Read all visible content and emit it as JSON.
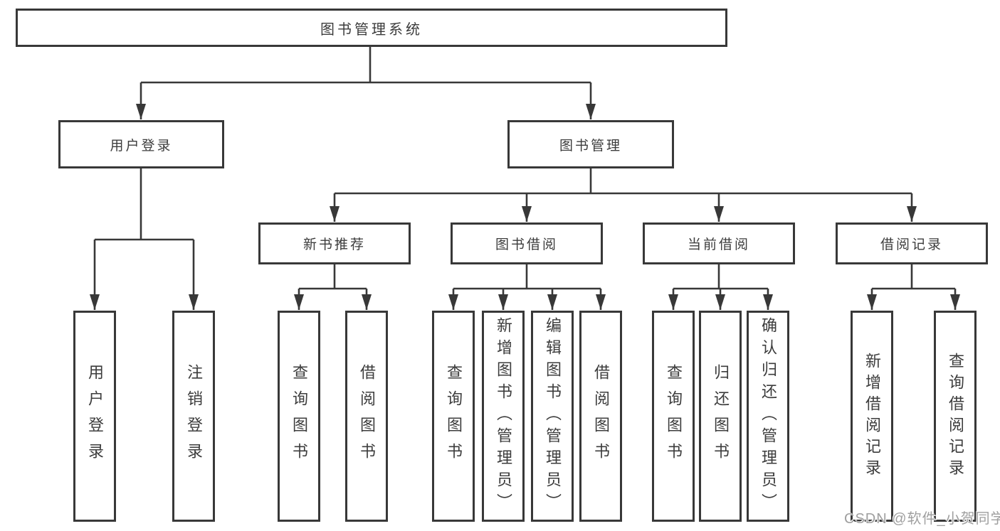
{
  "diagram": {
    "root": {
      "label": "图书管理系统"
    },
    "branches": [
      {
        "label": "用户登录",
        "children": [
          "用户登录",
          "注销登录"
        ]
      },
      {
        "label": "图书管理",
        "groups": [
          {
            "label": "新书推荐",
            "children": [
              "查询图书",
              "借阅图书"
            ]
          },
          {
            "label": "图书借阅",
            "children": [
              "查询图书",
              "新增图书（管理员）",
              "编辑图书（管理员）",
              "借阅图书"
            ]
          },
          {
            "label": "当前借阅",
            "children": [
              "查询图书",
              "归还图书",
              "确认归还（管理员）"
            ]
          },
          {
            "label": "借阅记录",
            "children": [
              "新增借阅记录",
              "查询借阅记录"
            ]
          }
        ]
      }
    ]
  },
  "watermark": {
    "text": "CSDN @软件_小贺同学"
  },
  "colors": {
    "line": "#383838",
    "text": "#3c3c3c",
    "watermark": "#9f9f9f",
    "background": "#ffffff"
  }
}
